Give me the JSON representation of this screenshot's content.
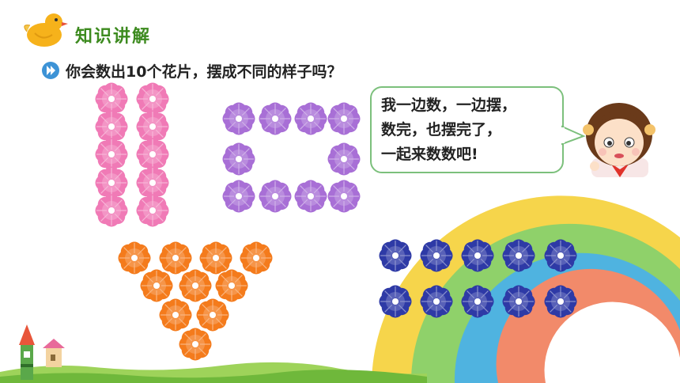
{
  "header": {
    "title": "知识讲解",
    "icon": "duckling-icon"
  },
  "question": {
    "text": "你会数出10个花片，摆成不同的样子吗？",
    "icon": "play-icon"
  },
  "speech": {
    "text": "我一边数，一边摆，\n数完，也摆完了，\n一起来数数吧!"
  },
  "colors": {
    "pink": "#f07ab6",
    "purple": "#a86fd6",
    "orange": "#f47b1c",
    "blue": "#2e3aa6",
    "title_green": "#3c8a1e",
    "bubble_border": "#7cc07c"
  },
  "arrangements": [
    {
      "name": "pink-two-columns",
      "color": "pink",
      "count": 10
    },
    {
      "name": "purple-rectangle",
      "color": "purple",
      "count": 10
    },
    {
      "name": "orange-triangle",
      "color": "orange",
      "count": 10
    },
    {
      "name": "blue-two-rows",
      "color": "blue",
      "count": 10
    }
  ]
}
